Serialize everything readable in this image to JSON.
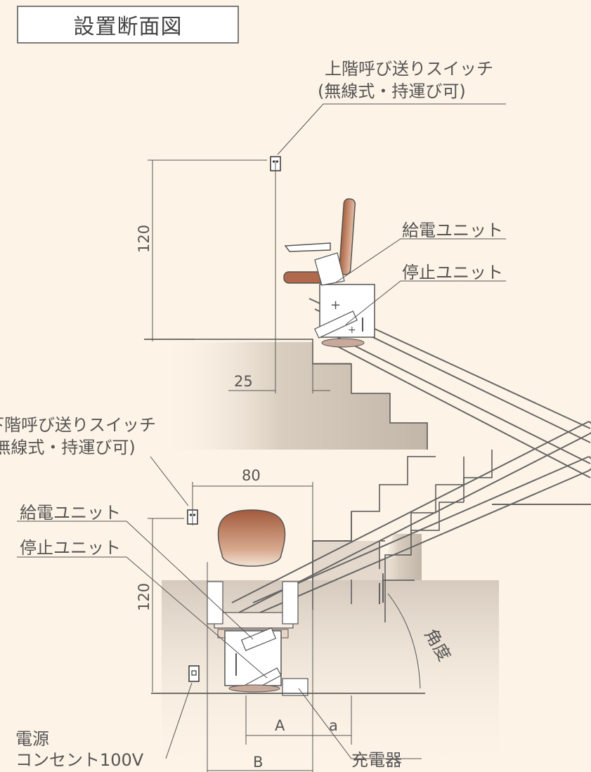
{
  "title": "設置断面図",
  "labels": {
    "upper_switch_line1": "上階呼び送りスイッチ",
    "upper_switch_line2": "(無線式・持運び可)",
    "upper_power_unit": "給電ユニット",
    "upper_stop_unit": "停止ユニット",
    "lower_switch_line1": "下階呼び送りスイッチ",
    "lower_switch_line2": "(無線式・持運び可)",
    "lower_power_unit": "給電ユニット",
    "lower_stop_unit": "停止ユニット",
    "outlet_line1": "電源",
    "outlet_line2": "コンセント100V",
    "charger": "充電器",
    "angle": "角度"
  },
  "dimensions": {
    "upper_height": "120",
    "upper_offset": "25",
    "lower_width": "80",
    "lower_height": "120",
    "a_upper": "A",
    "a_lower": "a",
    "b": "B"
  },
  "colors": {
    "background": "#fdf3e6",
    "line": "#6a6a6a",
    "wall_shadow": "#c9bfb2",
    "seat": "#b0694a"
  }
}
